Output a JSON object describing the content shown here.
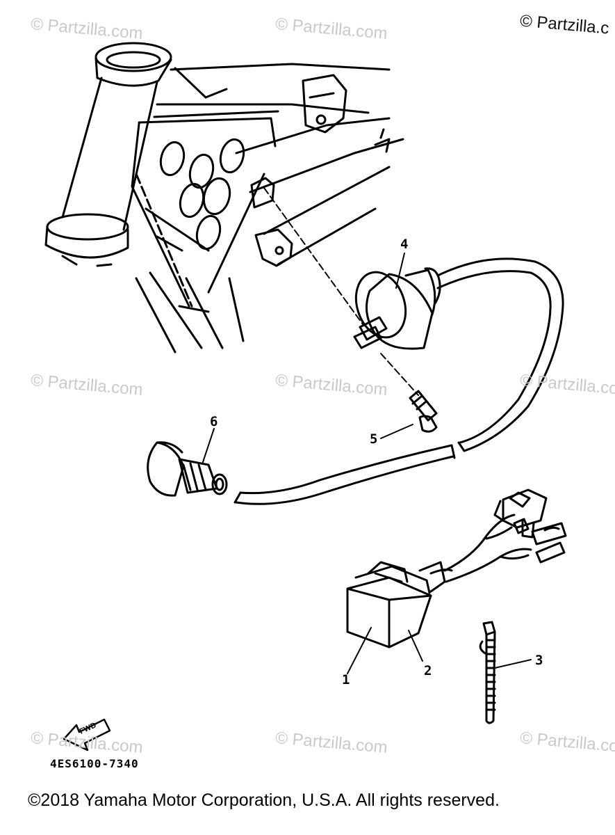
{
  "watermark": "© Partzilla.com",
  "corner_watermark": "© Partzilla.c",
  "callouts": {
    "p1": "1",
    "p2": "2",
    "p3": "3",
    "p4": "4",
    "p5": "5",
    "p6": "6"
  },
  "fwd_label": "FWD",
  "diagram_code": "4ES6100-7340",
  "copyright": "©2018  Yamaha Motor Corporation, U.S.A. All rights reserved."
}
